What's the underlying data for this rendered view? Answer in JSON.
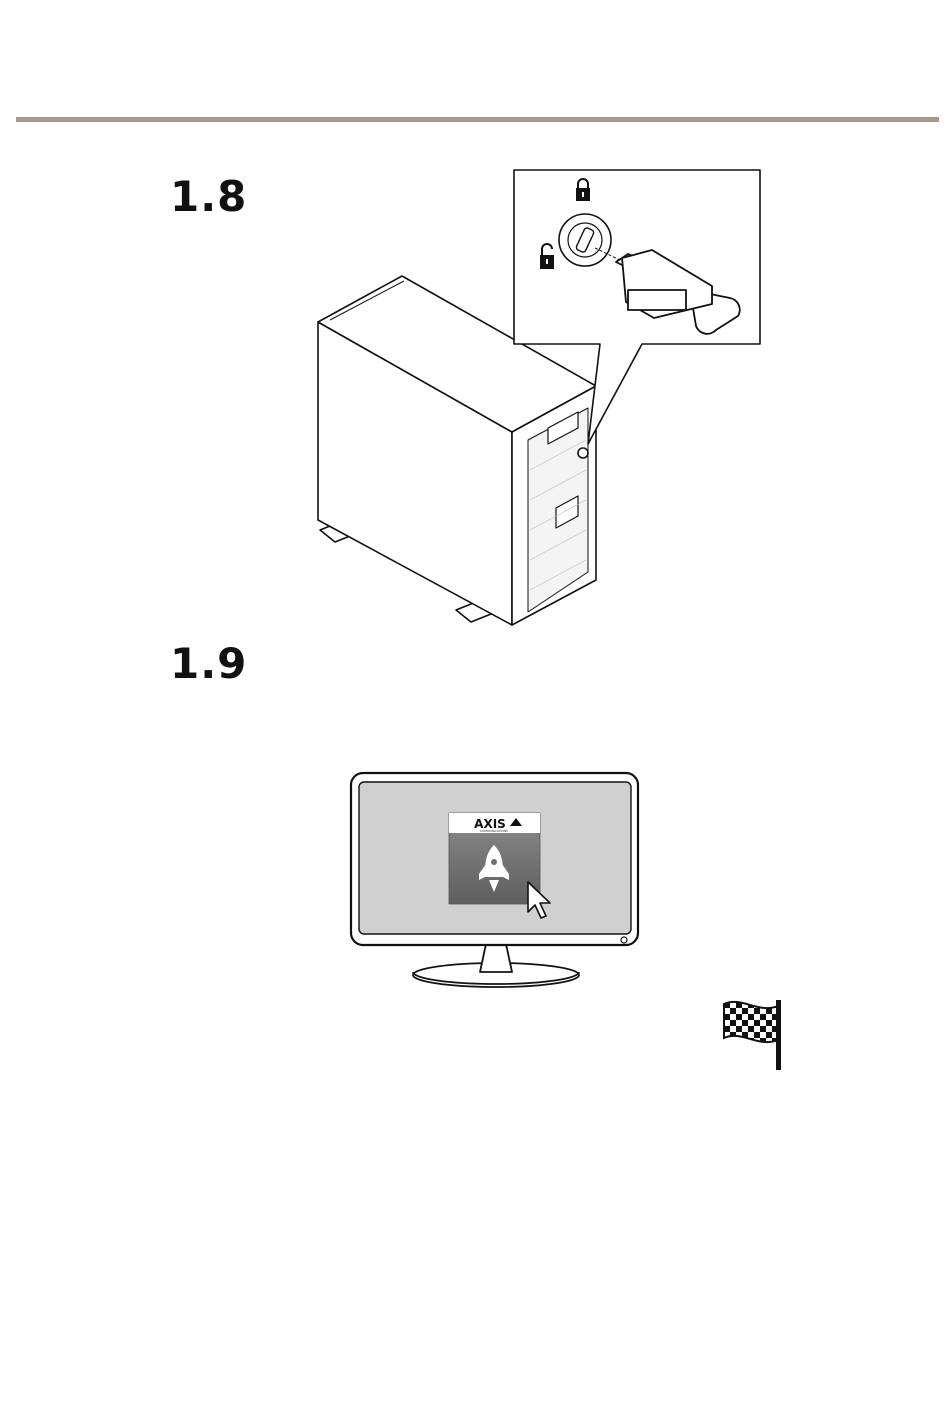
{
  "steps": [
    {
      "number": "1.8"
    },
    {
      "number": "1.9"
    }
  ],
  "screen_app": {
    "brand": "AXIS",
    "brand_subtitle": "COMMUNICATIONS",
    "icon": "rocket-icon"
  },
  "icons": [
    "lock-closed-icon",
    "lock-open-icon",
    "key-icon",
    "cursor-icon",
    "finish-flag-icon"
  ],
  "colors": {
    "rule": "#a8988d",
    "screen": "#d0d0d0",
    "app_tile": "#6f6f6f"
  }
}
